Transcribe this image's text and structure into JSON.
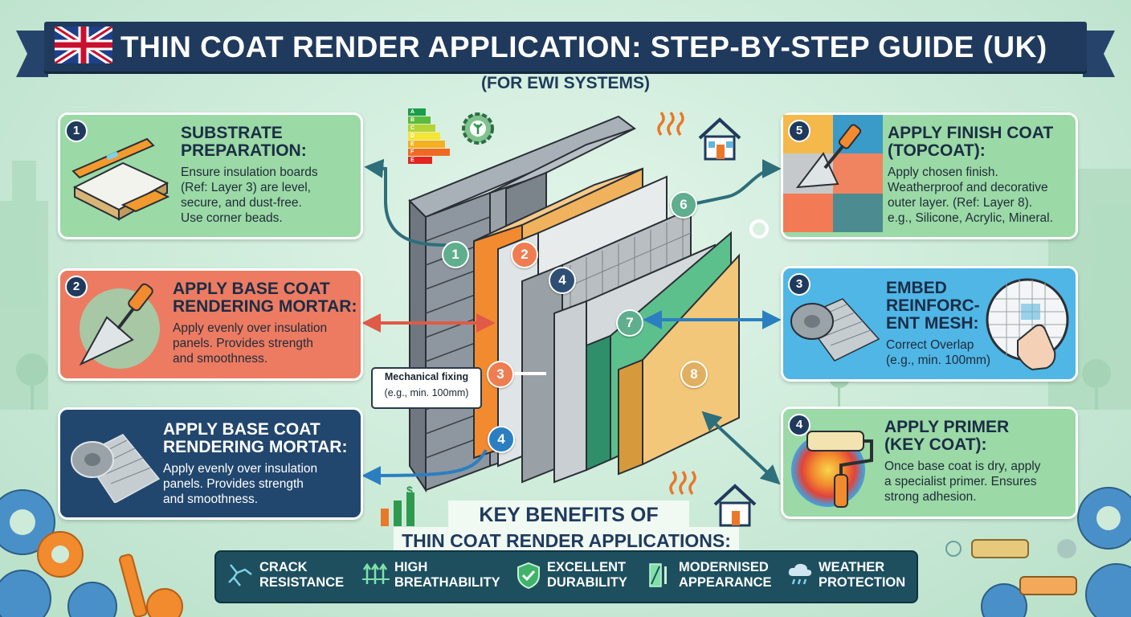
{
  "header": {
    "title": "THIN COAT RENDER APPLICATION: STEP-BY-STEP GUIDE (UK)",
    "subtitle": "(FOR EWI SYSTEMS)"
  },
  "steps": [
    {
      "badge": "1",
      "title_lines": [
        "SUBSTRATE",
        "PREPARATION:"
      ],
      "body_lines": [
        "Ensure insulation boards",
        "(Ref: Layer 3) are level,",
        "secure, and dust-free.",
        "Use corner beads."
      ]
    },
    {
      "badge": "2",
      "title_lines": [
        "APPLY BASE COAT",
        "RENDERING MORTAR:"
      ],
      "body_lines": [
        "Apply evenly over insulation",
        "panels. Provides strength",
        "and smoothness."
      ]
    },
    {
      "badge": "",
      "title_lines": [
        "APPLY BASE COAT",
        "RENDERING MORTAR:"
      ],
      "body_lines": [
        "Apply evenly over insulation",
        "panels. Provides strength",
        "and smoothness."
      ]
    },
    {
      "badge": "5",
      "title_lines": [
        "APPLY FINISH COAT",
        "(TOPCOAT):"
      ],
      "body_lines": [
        "Apply chosen finish.",
        "Weatherproof and decorative",
        "outer layer. (Ref: Layer 8).",
        "e.g., Silicone, Acrylic, Mineral."
      ]
    },
    {
      "badge": "3",
      "title_lines": [
        "EMBED",
        "REINFORC-",
        "ENT MESH:"
      ],
      "body_lines": [
        "Correct Overlap",
        "(e.g., min. 100mm)"
      ]
    },
    {
      "badge": "4",
      "title_lines": [
        "APPLY PRIMER",
        "(KEY COAT):"
      ],
      "body_lines": [
        "Once base coat is dry, apply",
        "a specialist primer. Ensures",
        "strong adhesion."
      ]
    }
  ],
  "layers": [
    "1",
    "2",
    "4",
    "6",
    "7",
    "3",
    "8",
    "4"
  ],
  "energy_rating": [
    "A",
    "B",
    "C",
    "D",
    "E",
    "F",
    "E"
  ],
  "callout": {
    "line1": "Mechanical fixing",
    "line2": "(e.g., min. 100mm)"
  },
  "benefits_heading": {
    "line1": "KEY BENEFITS OF",
    "line2": "THIN COAT RENDER APPLICATIONS:"
  },
  "benefits": [
    {
      "icon": "crack-icon",
      "line1": "CRACK",
      "line2": "RESISTANCE"
    },
    {
      "icon": "breathability-arrows-icon",
      "line1": "HIGH",
      "line2": "BREATHABILITY"
    },
    {
      "icon": "shield-check-icon",
      "line1": "EXCELLENT",
      "line2": "DURABILITY"
    },
    {
      "icon": "panel-icon",
      "line1": "MODERNISED",
      "line2": "APPEARANCE"
    },
    {
      "icon": "rain-cloud-icon",
      "line1": "WEATHER",
      "line2": "PROTECTION"
    }
  ],
  "colors": {
    "navy": "#1f3a5c",
    "green_card": "#9bd9a6",
    "salmon_card": "#ec7b62",
    "blue_card": "#4fb6e6",
    "teal_bar": "#1d4f5f"
  }
}
